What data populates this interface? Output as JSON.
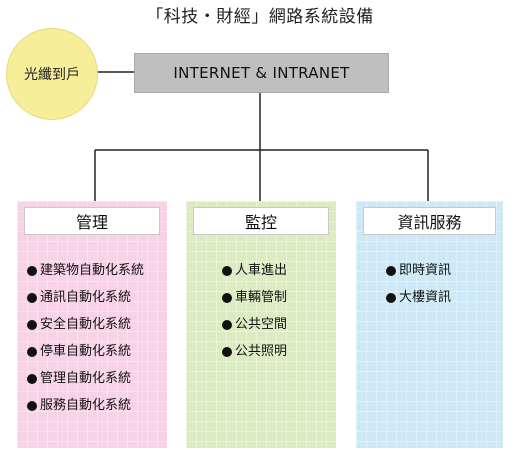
{
  "title": "「科技・財經」網路系統設備",
  "fiber": "光纖到戶",
  "network": "INTERNET & INTRANET",
  "panels": [
    {
      "label": "管理",
      "color": "#f7d3e6",
      "items": [
        "建築物自動化系統",
        "通訊自動化系統",
        "安全自動化系統",
        "停車自動化系統",
        "管理自動化系統",
        "服務自動化系統"
      ]
    },
    {
      "label": "監控",
      "color": "#dcecc2",
      "items": [
        "人車進出",
        "車輛管制",
        "公共空間",
        "公共照明"
      ]
    },
    {
      "label": "資訊服務",
      "color": "#cde9f5",
      "items": [
        "即時資訊",
        "大樓資訊"
      ]
    }
  ]
}
